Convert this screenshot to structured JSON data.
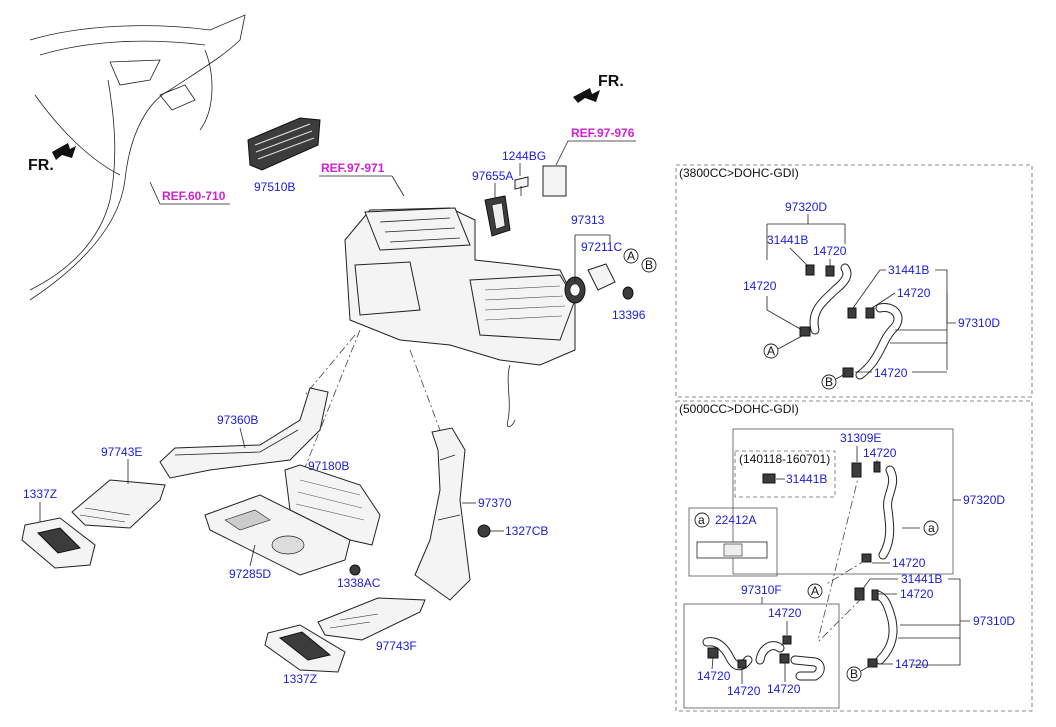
{
  "labels": {
    "fr_top": "FR.",
    "fr_left": "FR.",
    "ref_60_710": "REF.60-710",
    "ref_97_971": "REF.97-971",
    "ref_97_976": "REF.97-976",
    "p97510B": "97510B",
    "p1244BG": "1244BG",
    "p97655A": "97655A",
    "p97313": "97313",
    "p97211C": "97211C",
    "p13396": "13396",
    "p97360B": "97360B",
    "p97743E": "97743E",
    "p1337Z_left": "1337Z",
    "p97180B": "97180B",
    "p97285D": "97285D",
    "p1338AC": "1338AC",
    "p97370": "97370",
    "p1327CB": "1327CB",
    "p97743F": "97743F",
    "p1337Z_bottom": "1337Z"
  },
  "callouts": {
    "A": "A",
    "B": "B",
    "a": "a"
  },
  "panel_3800": {
    "title": "(3800CC>DOHC-GDI)",
    "p97320D": "97320D",
    "p31441B_a": "31441B",
    "p14720_a": "14720",
    "p14720_b": "14720",
    "p31441B_b": "31441B",
    "p14720_c": "14720",
    "p97310D": "97310D",
    "p14720_d": "14720"
  },
  "panel_5000": {
    "title": "(5000CC>DOHC-GDI)",
    "p31309E": "31309E",
    "p14720_a": "14720",
    "date_range": "(140118-160701)",
    "p31441B_a": "31441B",
    "p97320D": "97320D",
    "legend_part": "22412A",
    "p14720_b": "14720",
    "p97310F": "97310F",
    "p31441B_b": "31441B",
    "p14720_c": "14720",
    "p97310D": "97310D",
    "p14720_d": "14720",
    "p14720_e": "14720",
    "p14720_f": "14720",
    "p14720_g": "14720",
    "p14720_h": "14720"
  }
}
